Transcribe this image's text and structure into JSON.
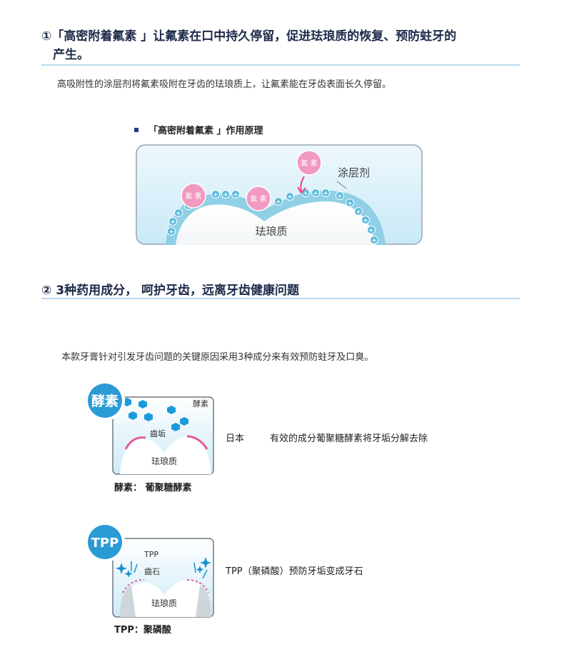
{
  "section1": {
    "heading_line1": "①「高密附着氟素 」让氟素在口中持久停留，促进珐琅质的恢复、预防蛀牙的",
    "heading_line2": "产生。",
    "description": "高吸附性的涂层剂将氟素吸附在牙齿的珐琅质上，让氟素能在牙齿表面长久停留。",
    "diagram": {
      "title": "「高密附着氟素 」作用原理",
      "fluorine_label": "氟 素",
      "coating_label": "涂层剂",
      "enamel_label": "珐琅质"
    }
  },
  "section2": {
    "heading": "② 3种药用成分，  呵护牙齿，远离牙齿健康问题",
    "description": "本款牙膏针对引发牙齿问题的关键原因采用3种成分来有效预防蛀牙及口臭。",
    "items": [
      {
        "badge": "酵素",
        "label_a": "酵素",
        "label_b": "齒垢",
        "enamel": "珐琅质",
        "caption": "酵素： 葡聚糖酵素",
        "desc_a": "日本",
        "desc_b": "有效的成分葡聚糖酵素将牙垢分解去除"
      },
      {
        "badge": "TPP",
        "label_a": "TPP",
        "label_b": "齒石",
        "enamel": "珐琅质",
        "caption": "TPP：聚磷酸",
        "desc": "TPP（聚磷酸）预防牙垢变成牙石"
      }
    ]
  },
  "colors": {
    "heading": "#1d2a4a",
    "rule": "#bcd9ee",
    "pink": "#ef8fb7",
    "blue_badge": "#2b9bd6",
    "enzyme_hex": "#1a9bdb"
  }
}
